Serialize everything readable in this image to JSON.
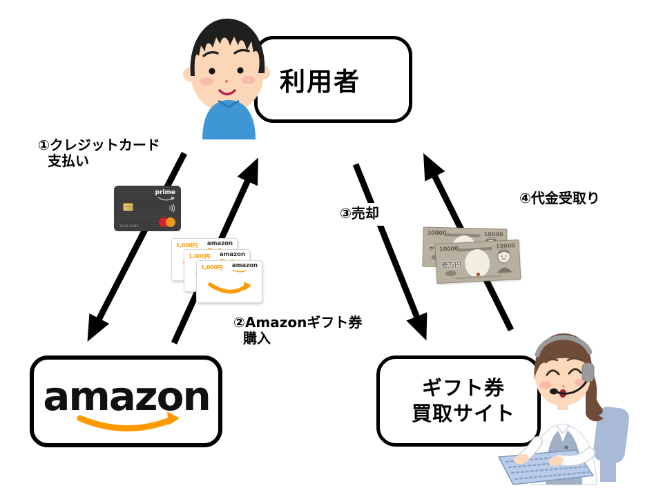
{
  "nodes": {
    "user": {
      "label": "利用者"
    },
    "amazon": {
      "label": "amazon"
    },
    "gift_site": {
      "line1": "ギフト券",
      "line2": "買取サイト"
    }
  },
  "steps": {
    "s1": {
      "line1": "①クレジットカード",
      "line2": "支払い"
    },
    "s2": {
      "line1": "②Amazonギフト券",
      "line2": "購入"
    },
    "s3": {
      "label": "③売却"
    },
    "s4": {
      "label": "④代金受取り"
    }
  },
  "credit_card": {
    "brand": "prime",
    "cardholder": "YOUR NAME"
  },
  "gift_card": {
    "value": "1,000円",
    "brand": "amazon"
  },
  "banknote": {
    "corner_value": "10000",
    "denomination": "壱万円"
  },
  "colors": {
    "amazon_orange": "#FF9900",
    "arrow_black": "#000000",
    "card_dark": "#3A3A3A",
    "shirt_blue": "#3E97D4",
    "bill_beige": "#B8B1A1",
    "vest_blue_gray": "#A2B0C6"
  }
}
